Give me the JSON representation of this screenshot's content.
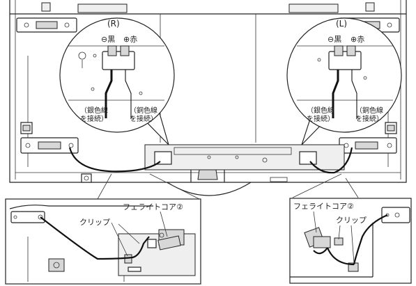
{
  "speaker_r": {
    "channel": "(R)",
    "terminal_minus": "⊖黒",
    "terminal_plus": "⊕赤",
    "wire_silver": "（銀色線\nを接続）",
    "wire_copper": "（銅色線\nを接続）"
  },
  "speaker_l": {
    "channel": "(L)",
    "terminal_minus": "⊖黒",
    "terminal_plus": "⊕赤",
    "wire_silver": "（銀色線\nを接続）",
    "wire_copper": "（銅色線\nを接続）"
  },
  "detail_left": {
    "ferrite_label": "フェライトコア②",
    "clip_label": "クリップ"
  },
  "detail_right": {
    "ferrite_label": "フェライトコア②",
    "clip_label": "クリップ"
  },
  "colors": {
    "line": "#222222",
    "panel_fill": "#d7d7d7",
    "background": "#ffffff"
  }
}
